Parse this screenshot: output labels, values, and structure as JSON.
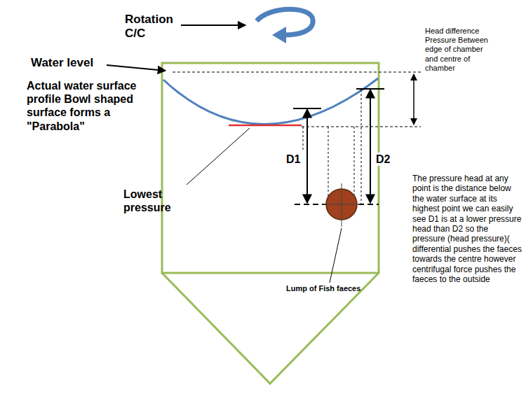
{
  "diagram": {
    "labels": [
      "Rotation C/C",
      "Water level",
      "Head difference Pressure Between edge of chamber and centre of chamber",
      "Actual water surface profile Bowl shaped surface forms a \"Parabola\"",
      "D1",
      "D2",
      "The pressure head at any point is the distance below the water surface at its highest point we can easily see D1 is at a lower pressure head than D2 so the pressure (head pressure)( differential pushes the faeces towards the centre however centrifugal force pushes the faeces to the outside",
      "Lowest pressure",
      "Lump of Fish faeces"
    ]
  }
}
